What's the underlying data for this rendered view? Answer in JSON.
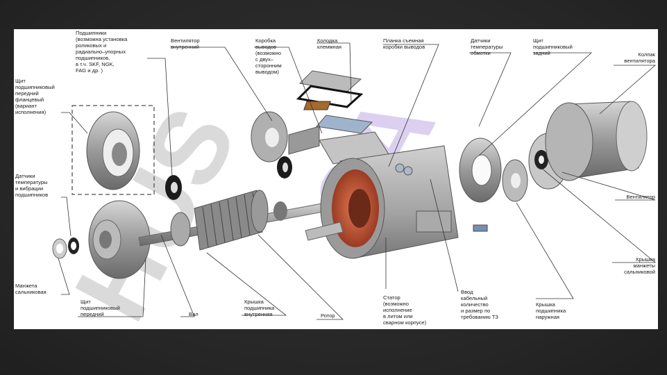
{
  "watermark": "HUS 2A",
  "labels": {
    "bearings": "Подшипники\n(возможна установка\nроликовых и\nрадиально–упорных\nподшипников,\nв т.ч. SKF, NGK,\nFAG и др. )",
    "front_shield_flange": "Щит\nподшипниковый\nпередний\nфланцевый\n(вариант\nисполнения)",
    "bearing_sensors": "Датчики\nтемпературы\nи вибрации\nподшипников",
    "seal_cuff": "Манжета\nсальниковая",
    "front_shield": "Щит\nподшипниковый\nпередний",
    "shaft": "Вал",
    "inner_cover": "Крышка\nподшипника\nвнутренняя",
    "rotor": "Ротор",
    "inner_fan": "Вентилятор\nвнутренний",
    "terminal_box": "Коробка\nвыводов\n(возможно\nс двух–\nсторонним\nвыводом)",
    "terminal_block": "Колодка\nклеммная",
    "box_plate": "Планка съемная\nкоробки выводов",
    "stator": "Статор\n(возможно\nисполнение\nв литом или\nсварном корпусе)",
    "cable_entry": "Ввод\nкабельный\nколичество\nи размер по\nтребованию ТЗ",
    "winding_sensors": "Датчики\nтемпературы\nобмотки",
    "rear_shield": "Щит\nподшипниковый\nзадний",
    "fan_cowl": "Колпак\nвентилятора",
    "fan": "Вентилятор",
    "seal_cover": "Крышка\nманжеты\nсальниковой",
    "outer_cover": "Крышка\nподшипника\nнаружная"
  },
  "colors": {
    "watermark": "#d4d4d4",
    "watermark_violet": "#d6c8ee",
    "metal": "#a8a8a8",
    "metal_dark": "#6e6e6e",
    "winding": "#c85a3c",
    "leader": "#333333"
  }
}
